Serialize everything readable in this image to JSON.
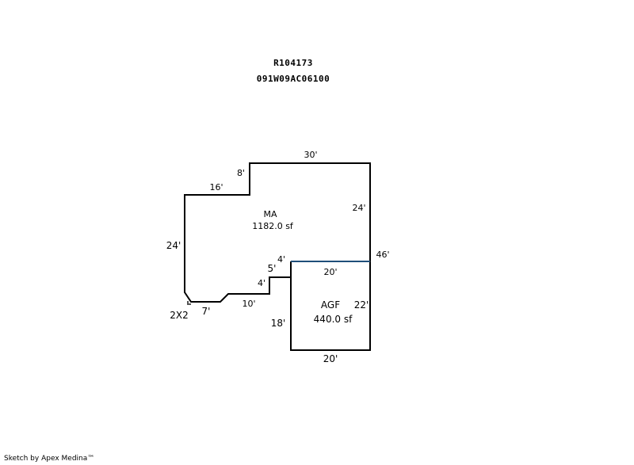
{
  "header": {
    "parcel_id": "R104173",
    "map_number": "091W09AC06100"
  },
  "sketch": {
    "areas": [
      {
        "code": "MA",
        "area": "1182.0 sf"
      },
      {
        "code": "AGF",
        "area": "440.0 sf"
      }
    ],
    "dimensions": {
      "ma_top": "30'",
      "ma_step_up": "8'",
      "ma_upper_left": "16'",
      "ma_right": "24'",
      "ma_left": "24'",
      "ma_inner_top": "4'",
      "ma_notch_vertical": "5'",
      "ma_notch_horizontal": "4'",
      "ma_bottom_right": "10'",
      "ma_bottom_left": "7'",
      "total_right": "46'",
      "agf_top": "20'",
      "agf_right": "22'",
      "agf_left": "18'",
      "agf_bottom": "20'",
      "corner_tag": "2X2"
    },
    "colors": {
      "outline": "#000000",
      "shared_wall": "#1f4e79"
    }
  },
  "footer": {
    "credit": "Sketch by Apex Medina™"
  }
}
